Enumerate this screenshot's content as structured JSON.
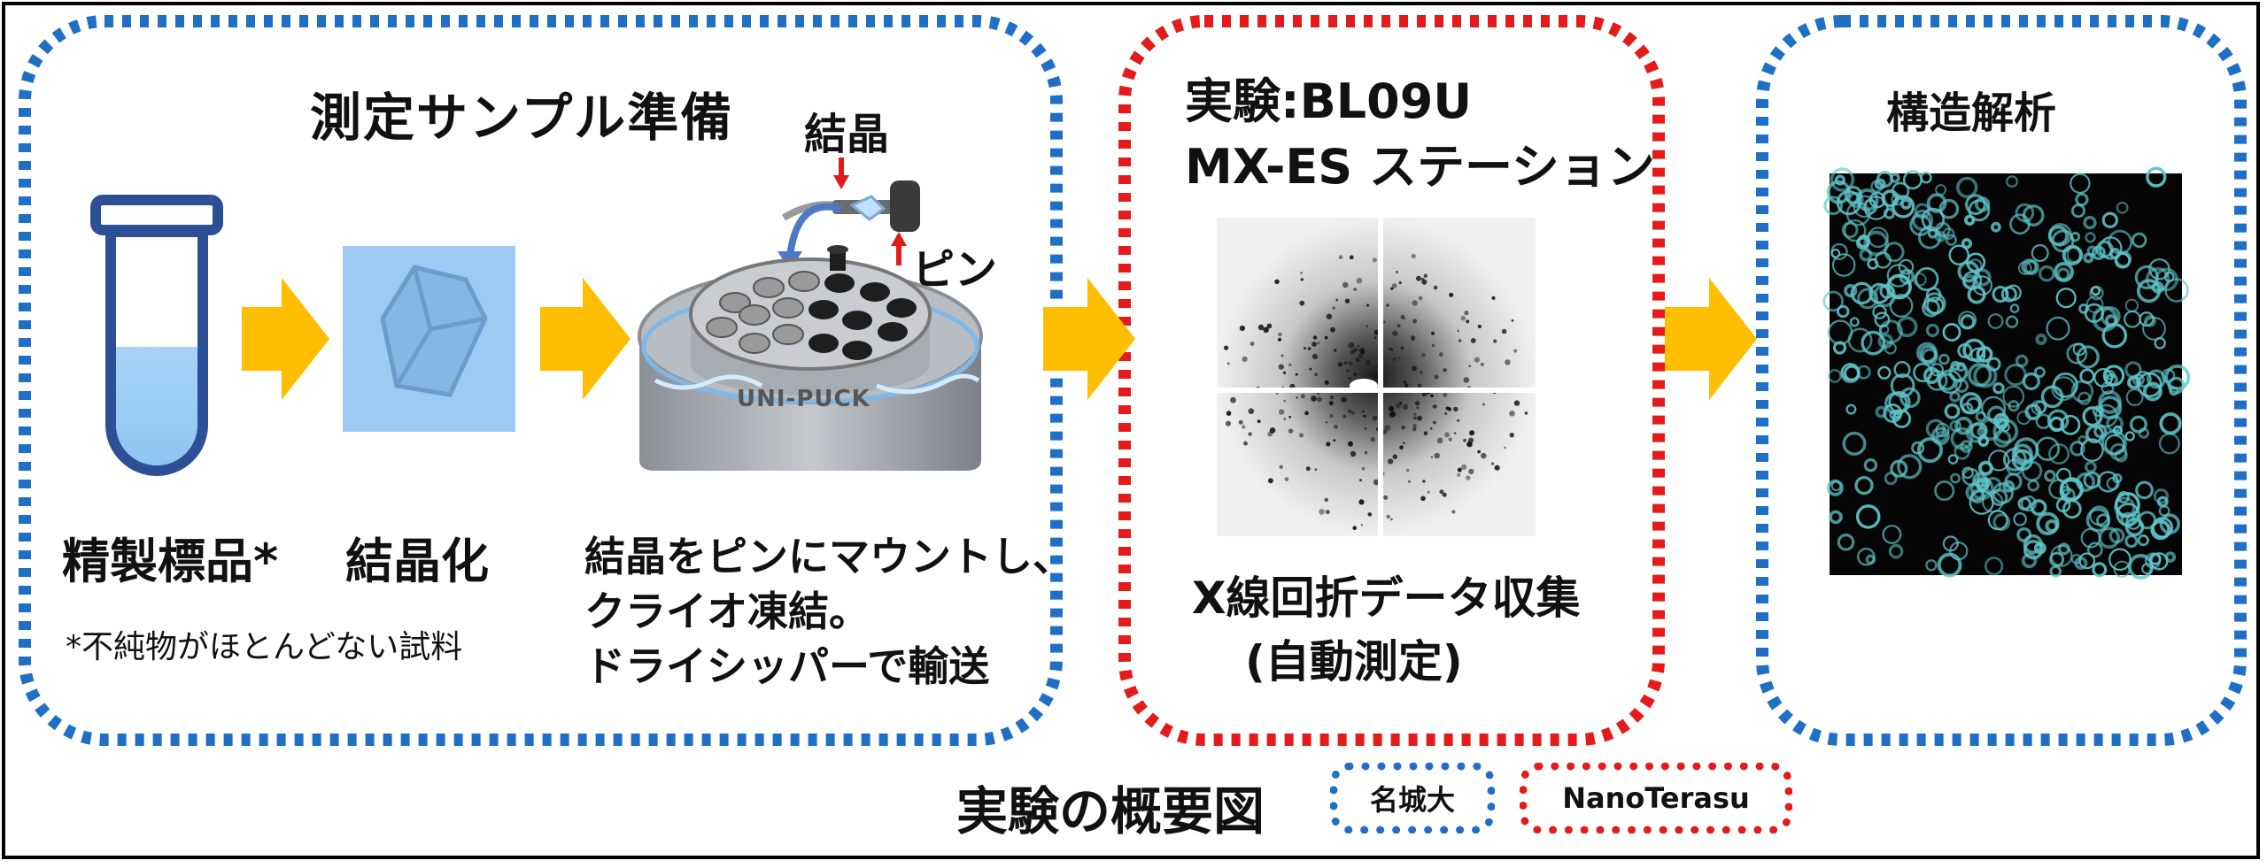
{
  "panels": {
    "prep": {
      "title": "測定サンプル準備",
      "purified_label": "精製標品*",
      "footnote": "*不純物がほとんどない試料",
      "crystallize_label": "結晶化",
      "mount_text": [
        "結晶をピンにマウントし、",
        "クライオ凍結。",
        "ドライシッパーで輸送"
      ],
      "crystal_tag": "結晶",
      "pin_tag": "ピン",
      "puck_label": "UNI-PUCK"
    },
    "experiment": {
      "title_lines": [
        "実験:BL09U",
        "MX-ES ステーション"
      ],
      "caption_lines": [
        "X線回折データ収集",
        "(自動測定)"
      ]
    },
    "analysis": {
      "title": "構造解析"
    }
  },
  "footer": {
    "title": "実験の概要図",
    "legend": [
      {
        "label": "名城大",
        "color": "#1f6fc5"
      },
      {
        "label": "NanoTerasu",
        "color": "#e31b1b"
      }
    ]
  },
  "colors": {
    "blue_dots": "#1f6fc5",
    "red_dots": "#e31b1b",
    "arrow": "#ffbe00",
    "crystal_square": "#9ec9f3",
    "tube_outline": "#2d4f96",
    "density_map": "#5fc3c8"
  }
}
